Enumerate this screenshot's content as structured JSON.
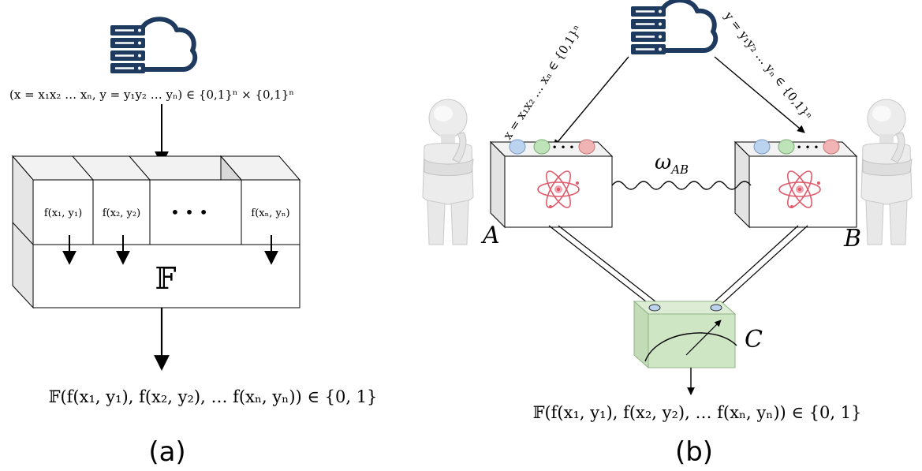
{
  "colors": {
    "server": "#1e3a5f",
    "box_face": "#ffffff",
    "box_shade": "#e6e6e6",
    "box_shade_dark": "#d4d4d4",
    "device_green": "#cfe6c4",
    "device_green_edge": "#8fb383",
    "knob_blue": "#bcd3f0",
    "knob_green": "#bfe3b8",
    "knob_red": "#f0b4b4",
    "atom": "#e05a6b",
    "person": "#ededed",
    "person_shadow": "#cfcfcf"
  },
  "panel_a": {
    "server_icon": "server-cloud-icon",
    "input_label": "(x = x₁x₂ … xₙ, y = y₁y₂ … yₙ) ∈ {0,1}ⁿ × {0,1}ⁿ",
    "cells": [
      {
        "label": "f(x₁, y₁)"
      },
      {
        "label": "f(x₂, y₂)"
      },
      {
        "label": "• • •"
      },
      {
        "label": "f(xₙ, yₙ)"
      }
    ],
    "aggregator_label": "𝔽",
    "output_label": "𝔽(f(x₁, y₁), f(x₂, y₂), … f(xₙ, yₙ)) ∈ {0, 1}",
    "caption": "(a)"
  },
  "panel_b": {
    "server_icon": "server-cloud-icon",
    "x_label": "x = x₁x₂ … xₙ ∈ {0,1}ⁿ",
    "y_label": "y = y₁y₂ … yₙ ∈ {0,1}ⁿ",
    "entanglement_label": "ω",
    "entanglement_sub": "AB",
    "party_a": "A",
    "party_b": "B",
    "party_c": "C",
    "knob_dots": "• • •",
    "output_label": "𝔽(f(x₁, y₁), f(x₂, y₂), … f(xₙ, yₙ)) ∈ {0, 1}",
    "caption": "(b)"
  }
}
